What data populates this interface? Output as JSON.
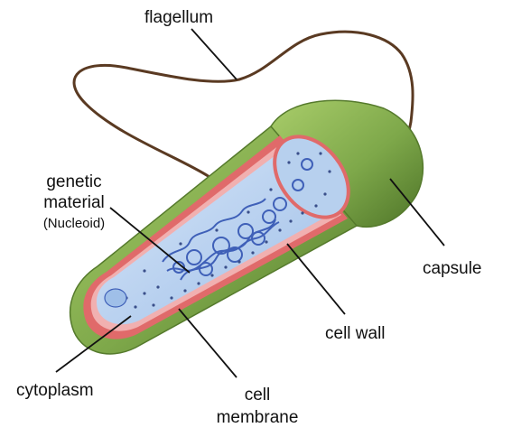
{
  "labels": {
    "flagellum": "flagellum",
    "genetic_material_line1": "genetic",
    "genetic_material_line2": "material",
    "nucleoid": "(Nucleoid)",
    "capsule": "capsule",
    "cell_wall": "cell wall",
    "cytoplasm": "cytoplasm",
    "cell_membrane_line1": "cell",
    "cell_membrane_line2": "membrane"
  },
  "colors": {
    "capsule": "#7ea84a",
    "capsule_dark": "#557a2c",
    "cell_wall": "#e06a6a",
    "cytoplasm": "#bcd4f2",
    "nucleoid": "#3f60b8",
    "flagellum": "#5a3a22",
    "leader_line": "#111111"
  }
}
